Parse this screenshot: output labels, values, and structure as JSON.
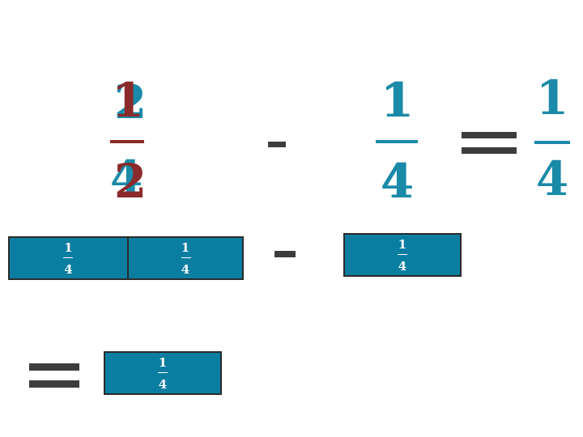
{
  "equation": {
    "left": {
      "numerator_back": "2",
      "numerator_front": "1",
      "denominator_back": "4",
      "denominator_front": "2"
    },
    "minus_symbol": "-",
    "middle": {
      "numerator": "1",
      "denominator": "4"
    },
    "result": {
      "numerator": "1",
      "denominator": "4"
    }
  },
  "bars": {
    "left_cells": [
      {
        "numerator": "1",
        "denominator": "4"
      },
      {
        "numerator": "1",
        "denominator": "4"
      }
    ],
    "middle_cell": {
      "numerator": "1",
      "denominator": "4"
    },
    "result_cell": {
      "numerator": "1",
      "denominator": "4"
    }
  },
  "colors": {
    "teal": "#1a8aa8",
    "dark_red": "#8b2a2a",
    "bar_fill": "#0a7ea1",
    "operator": "#3d3d3d"
  }
}
